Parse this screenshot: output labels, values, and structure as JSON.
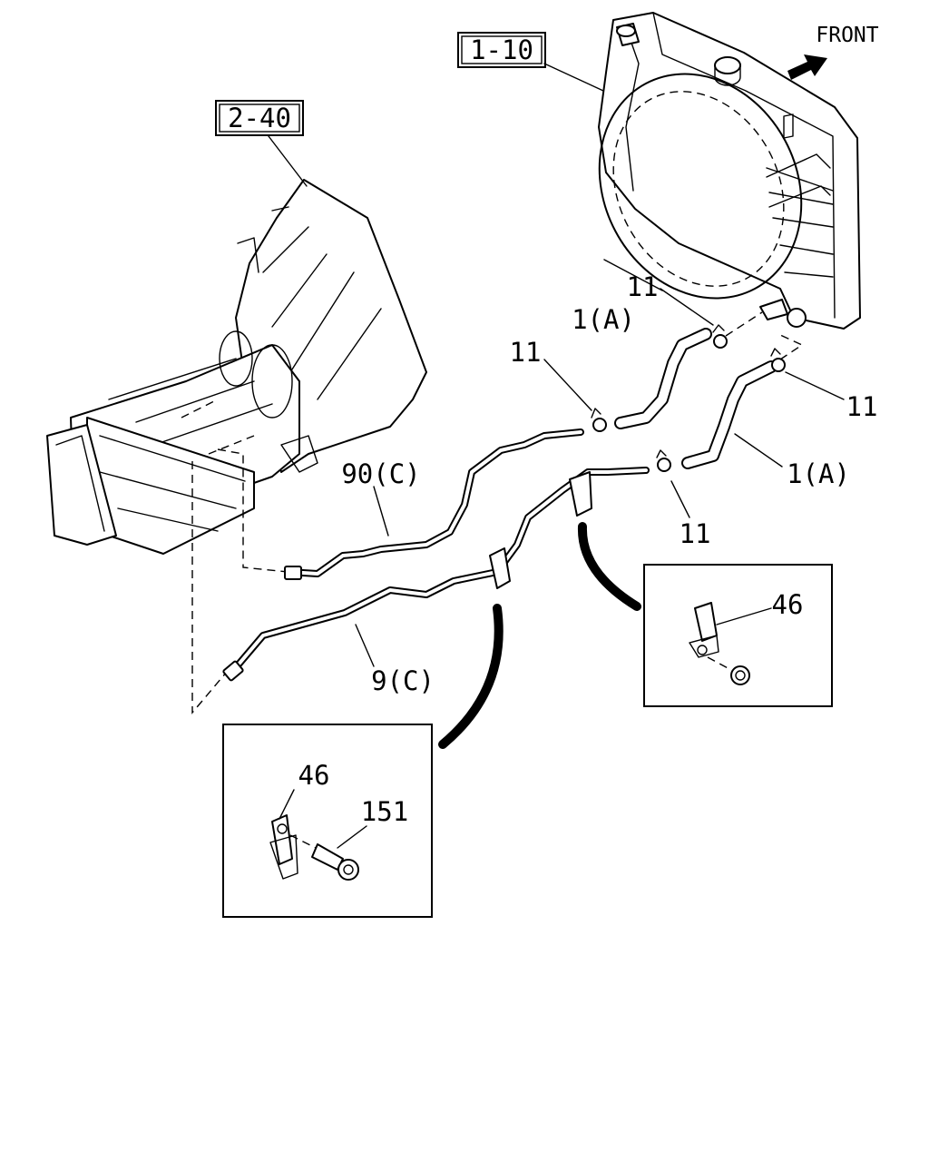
{
  "direction_label": "FRONT",
  "refs": {
    "radiator": "1-10",
    "transmission": "2-40"
  },
  "callouts": {
    "clip_top_right": "11",
    "hose_upper": "1(A)",
    "clip_upper_left": "11",
    "clip_right": "11",
    "hose_lower": "1(A)",
    "clip_lower": "11",
    "pipe_upper": "90(C)",
    "pipe_lower": "9(C)",
    "detail_right_bracket": "46",
    "detail_left_bracket": "46",
    "detail_left_bolt": "151"
  },
  "colors": {
    "line": "#000000",
    "background": "#ffffff"
  }
}
